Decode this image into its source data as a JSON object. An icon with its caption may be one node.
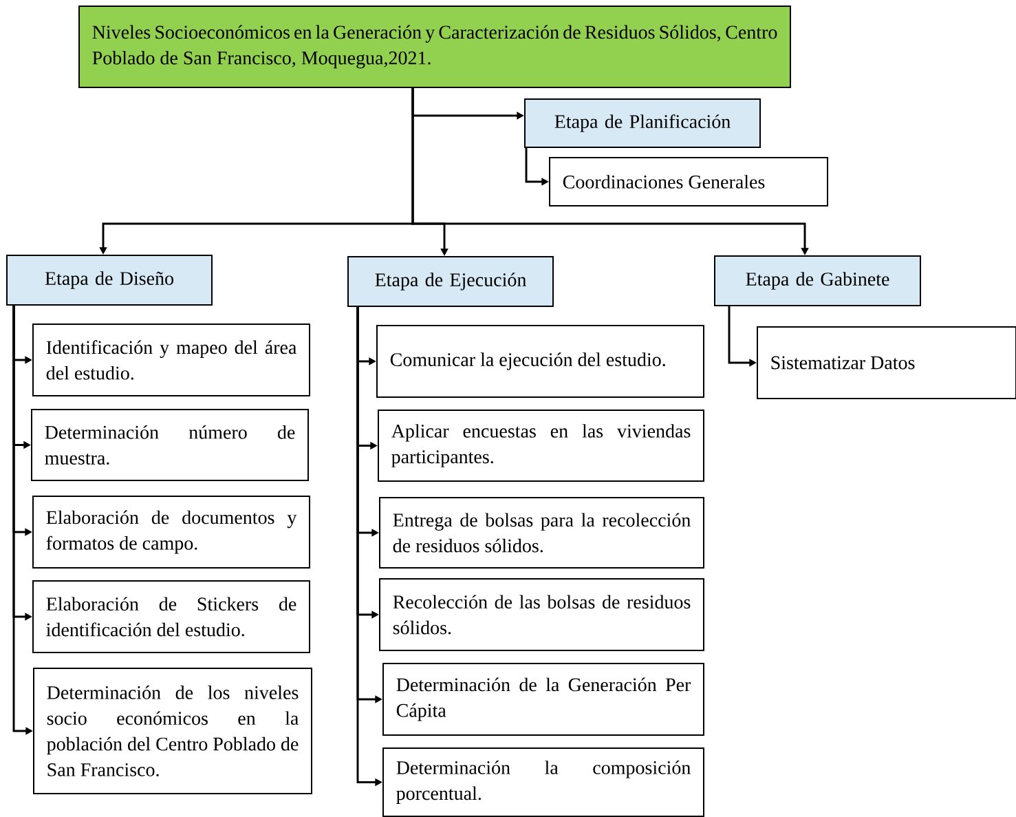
{
  "diagram": {
    "nodes": [
      {
        "text": [
          "Niveles Socioeconómicos en la Generación y Caracterización de Residuos Sólidos, Centro Poblado de San Francisco, Moquegua,2021."
        ]
      },
      {
        "text": [
          "Etapa de Planificación"
        ]
      },
      {
        "text": [
          "Coordinaciones Generales"
        ]
      },
      {
        "text": [
          "Etapa de Diseño"
        ]
      },
      {
        "text": [
          "Etapa de Ejecución"
        ]
      },
      {
        "text": [
          "Etapa de Gabinete"
        ]
      },
      {
        "text": [
          "Identificación y mapeo del área del estudio."
        ]
      },
      {
        "text": [
          "Determinación número de muestra."
        ]
      },
      {
        "text": [
          "Elaboración de documentos y formatos de campo."
        ]
      },
      {
        "text": [
          "Elaboración de Stickers de identificación del estudio."
        ]
      },
      {
        "text": [
          "Determinación de los niveles socio económicos en la población del Centro Poblado de San Francisco."
        ]
      },
      {
        "text": [
          "Comunicar la ejecución del estudio."
        ]
      },
      {
        "text": [
          "Aplicar encuestas en las viviendas participantes."
        ]
      },
      {
        "text": [
          "Entrega de bolsas para la recolección de residuos sólidos."
        ]
      },
      {
        "text": [
          "Recolección de las bolsas de residuos sólidos."
        ]
      },
      {
        "text": [
          "Determinación de la Generación Per Cápita"
        ]
      },
      {
        "text": [
          "Determinación la composición porcentual."
        ]
      },
      {
        "text": [
          "Sistematizar Datos"
        ]
      }
    ],
    "edges": [
      {
        "from": 0,
        "to": 1,
        "arrow": "to"
      },
      {
        "from": 1,
        "to": 2,
        "arrow": "to"
      },
      {
        "from": 0,
        "to": 3,
        "arrow": "to"
      },
      {
        "from": 0,
        "to": 4,
        "arrow": "to"
      },
      {
        "from": 0,
        "to": 5,
        "arrow": "to"
      },
      {
        "from": 3,
        "to": 6,
        "arrow": "to"
      },
      {
        "from": 3,
        "to": 7,
        "arrow": "to"
      },
      {
        "from": 3,
        "to": 8,
        "arrow": "to"
      },
      {
        "from": 3,
        "to": 9,
        "arrow": "to"
      },
      {
        "from": 3,
        "to": 10,
        "arrow": "to"
      },
      {
        "from": 4,
        "to": 11,
        "arrow": "to"
      },
      {
        "from": 4,
        "to": 12,
        "arrow": "to"
      },
      {
        "from": 4,
        "to": 13,
        "arrow": "to"
      },
      {
        "from": 4,
        "to": 14,
        "arrow": "to"
      },
      {
        "from": 4,
        "to": 15,
        "arrow": "to"
      },
      {
        "from": 4,
        "to": 16,
        "arrow": "to"
      },
      {
        "from": 5,
        "to": 17,
        "arrow": "to"
      }
    ]
  }
}
